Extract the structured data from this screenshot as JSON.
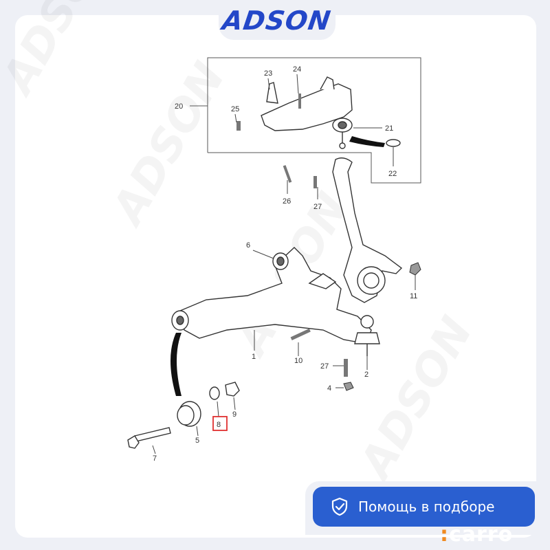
{
  "brand": {
    "logo_text": "ADSON"
  },
  "diagram": {
    "watermark_text": "ADSON",
    "callouts": [
      "1",
      "2",
      "4",
      "5",
      "6",
      "7",
      "8",
      "9",
      "10",
      "11",
      "20",
      "21",
      "22",
      "23",
      "24",
      "25",
      "26",
      "27",
      "27"
    ],
    "highlighted_part": "8"
  },
  "help": {
    "label": "Помощь в подборе"
  },
  "footer": {
    "logo_text": "carro"
  },
  "colors": {
    "accent": "#2a5fd0",
    "highlight": "#e03030",
    "logo": "#2347c8"
  },
  "icons": {
    "help": "shield-check-icon"
  }
}
